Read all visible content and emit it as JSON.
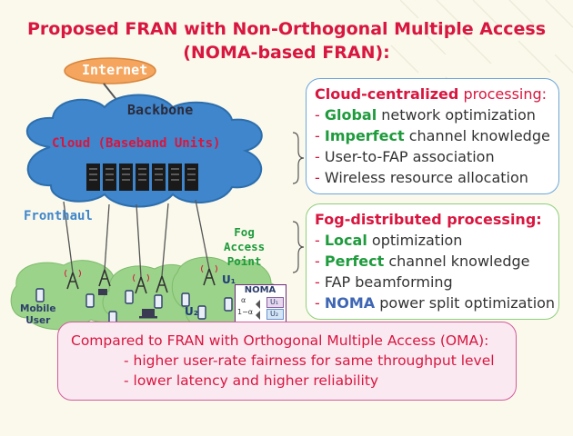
{
  "title": {
    "line1": "Proposed FRAN with Non-Orthogonal Multiple Access",
    "line2": "(NOMA-based FRAN):"
  },
  "diagram": {
    "internet": "Internet",
    "backbone": "Backbone",
    "cloud": "Cloud (Baseband Units)",
    "fronthaul": "Fronthaul",
    "fap_label": [
      "Fog",
      "Access",
      "Point"
    ],
    "mobile_user": [
      "Mobile",
      "User"
    ],
    "noma": {
      "title": "NOMA",
      "u1": "U₁",
      "u2": "U₂",
      "alpha": "α",
      "one_minus_alpha": "1−α"
    },
    "user_labels": {
      "u1": "U₁",
      "u2": "U₂"
    },
    "colors": {
      "cloud": "#3f86cc",
      "internet": "#f5a55d",
      "ground": "#9cd38a",
      "red": "#d8163f",
      "green": "#1e9b3c",
      "blue": "#3e66b4"
    }
  },
  "cloud_box": {
    "heading": {
      "bold": "Cloud-centralized",
      "rest": " processing:"
    },
    "items": [
      {
        "dash": "- ",
        "bold": "Global",
        "rest": " network optimization"
      },
      {
        "dash": "- ",
        "bold": "Imperfect",
        "rest": " channel knowledge"
      },
      {
        "dash": "- ",
        "rest": "User-to-FAP association"
      },
      {
        "dash": "- ",
        "rest": "Wireless resource allocation"
      }
    ]
  },
  "fog_box": {
    "heading": "Fog-distributed processing:",
    "items": [
      {
        "dash": "- ",
        "bold": "Local",
        "rest": " optimization"
      },
      {
        "dash": "- ",
        "bold": "Perfect",
        "rest": " channel knowledge"
      },
      {
        "dash": "- ",
        "rest": "FAP beamforming"
      },
      {
        "dash": "- ",
        "bold": "NOMA",
        "rest": " power split optimization"
      }
    ]
  },
  "comparison": {
    "line1": "Compared to FRAN with Orthogonal Multiple Access (OMA):",
    "line2": "- higher user-rate fairness for same throughput level",
    "line3": "- lower latency and higher reliability"
  }
}
